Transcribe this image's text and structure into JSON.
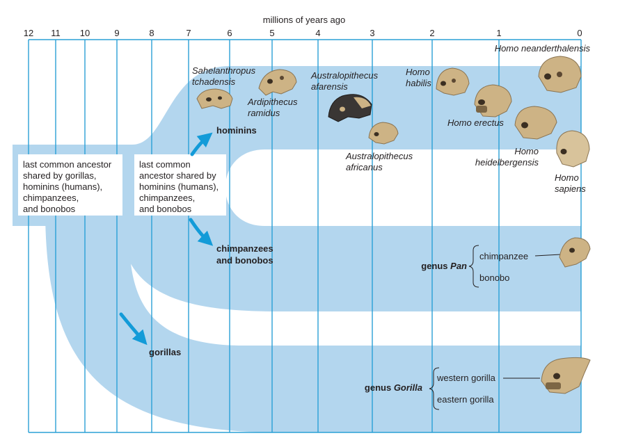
{
  "axis": {
    "title": "millions of years ago",
    "ticks": [
      "12",
      "11",
      "10",
      "9",
      "8",
      "7",
      "6",
      "5",
      "4",
      "3",
      "2",
      "1",
      "0"
    ]
  },
  "ancestors": {
    "gorillas_line": [
      "last common ancestor",
      "shared by gorillas,",
      "hominins (humans),",
      "chimpanzees,",
      "and bonobos"
    ],
    "chimp_line": [
      "last common",
      "ancestor shared by",
      "hominins (humans),",
      "chimpanzees,",
      "and bonobos"
    ]
  },
  "branches": {
    "hominins": "hominins",
    "chimps": [
      "chimpanzees",
      "and bonobos"
    ],
    "gorillas": "gorillas"
  },
  "species": {
    "sahelanthropus": [
      "Sahelanthropus",
      "tchadensis"
    ],
    "ardipithecus": [
      "Ardipithecus",
      "ramidus"
    ],
    "afarensis": [
      "Australopithecus",
      "afarensis"
    ],
    "africanus": [
      "Australopithecus",
      "africanus"
    ],
    "habilis": [
      "Homo",
      "habilis"
    ],
    "erectus": "Homo erectus",
    "heidelbergensis": [
      "Homo",
      "heidelbergensis"
    ],
    "neanderthalensis": "Homo neanderthalensis",
    "sapiens": [
      "Homo",
      "sapiens"
    ]
  },
  "genus_pan": {
    "prefix": "genus ",
    "name": "Pan",
    "members": [
      "chimpanzee",
      "bonobo"
    ]
  },
  "genus_gorilla": {
    "prefix": "genus ",
    "name": "Gorilla",
    "members": [
      "western gorilla",
      "eastern gorilla"
    ]
  },
  "colors": {
    "band": "#b3d6ee",
    "line": "#2aa0d6",
    "arrow": "#139bd8",
    "skull": "#cdb385",
    "skull_dark": "#3a3634"
  }
}
